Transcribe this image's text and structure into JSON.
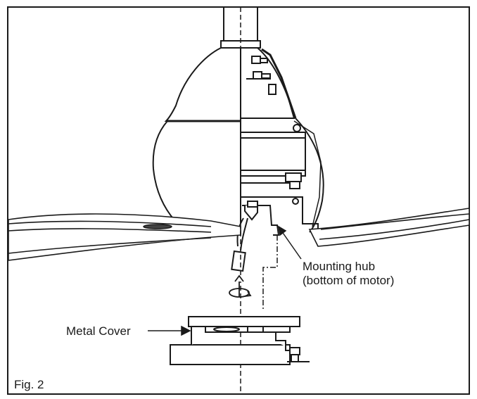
{
  "figure": {
    "caption": "Fig. 2",
    "labels": {
      "mounting_hub_line1": "Mounting hub",
      "mounting_hub_line2": "(bottom of motor)",
      "metal_cover": "Metal Cover"
    }
  },
  "colors": {
    "line": "#1a1a1a",
    "background": "#ffffff",
    "hatch": "#444444"
  }
}
